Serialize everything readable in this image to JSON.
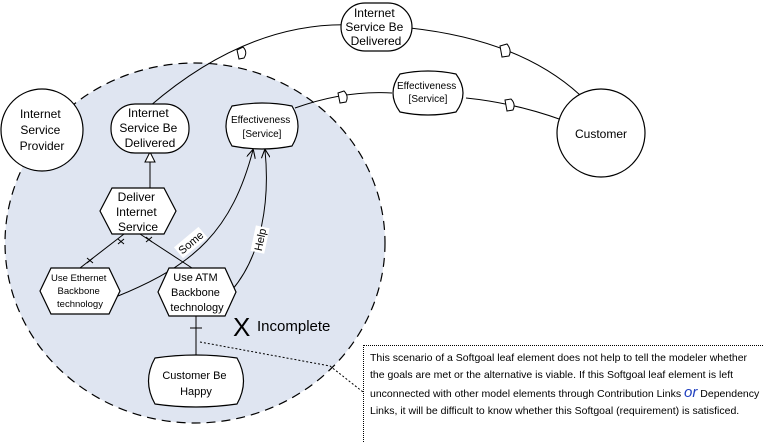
{
  "actors": {
    "provider": [
      "Internet",
      "Service",
      "Provider"
    ],
    "customer": "Customer"
  },
  "nodes": {
    "isbd_top": [
      "Internet",
      "Service Be",
      "Delivered"
    ],
    "eff_top": [
      "Effectiveness",
      "[Service]"
    ],
    "isbd_inner": [
      "Internet",
      "Service Be",
      "Delivered"
    ],
    "eff_inner": [
      "Effectiveness",
      "[Service]"
    ],
    "deliver_task": [
      "Deliver",
      "Internet",
      "Service"
    ],
    "ethernet_task": [
      "Use Ethernet",
      "Backbone",
      "technology"
    ],
    "atm_task": [
      "Use ATM",
      "Backbone",
      "technology"
    ],
    "happy": [
      "Customer Be",
      "Happy"
    ]
  },
  "links": {
    "some": "Some",
    "help": "Help"
  },
  "status": {
    "mark": "X",
    "label": "Incomplete"
  },
  "note": {
    "part1": "This scenario of a Softgoal leaf element does not help to tell the modeler whether the goals are met or the alternative is viable. If this Softgoal leaf element is left unconnected with other model elements through Contribution Links",
    "or_word": "or",
    "part2": "Dependency Links, it will be difficult to know whether this Softgoal (requirement) is satisficed."
  }
}
